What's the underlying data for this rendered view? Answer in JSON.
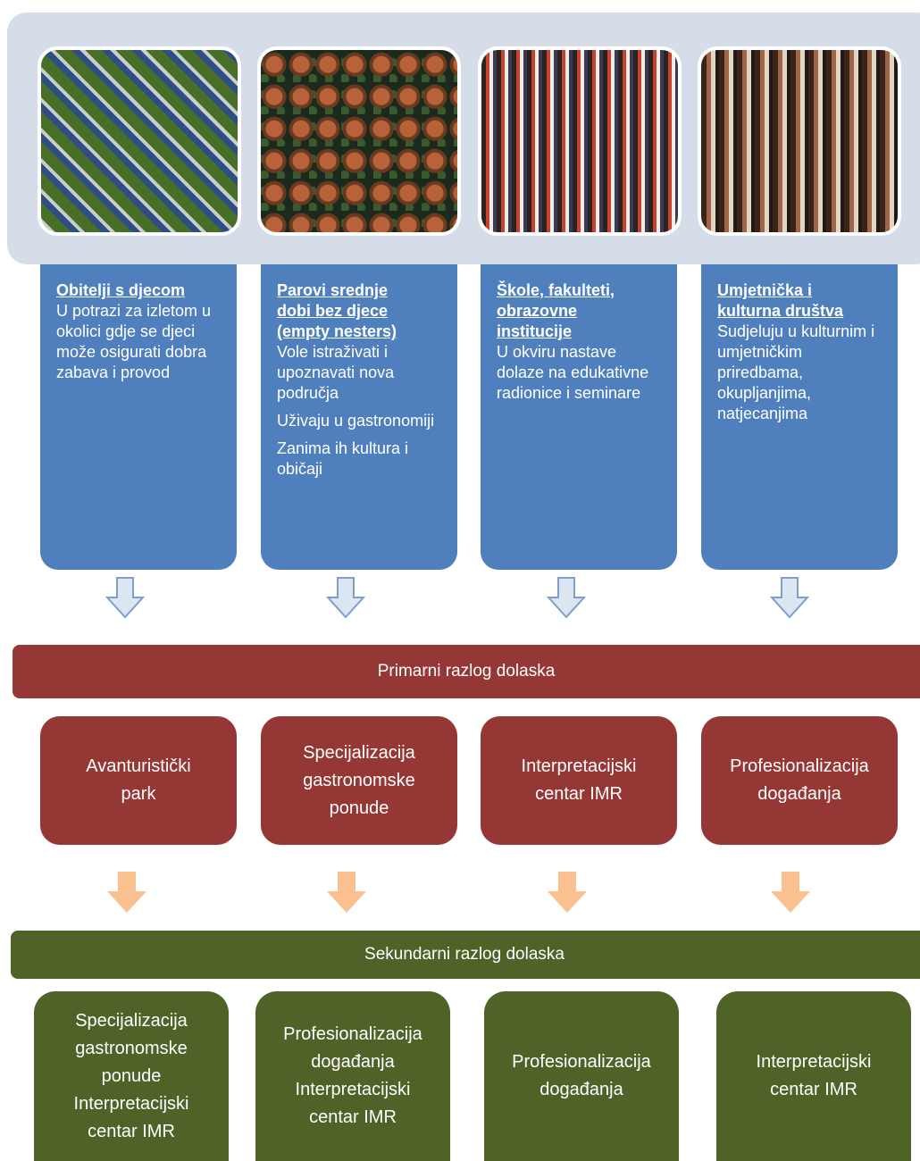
{
  "groups": [
    {
      "title_lines": [
        "Obitelji s djecom"
      ],
      "body": [
        "U potrazi za izletom u okolici gdje se djeci može osigurati dobra zabava i provod"
      ],
      "primary": [
        "Avanturistički",
        "park"
      ],
      "secondary": [
        "Specijalizacija",
        "gastronomske",
        "ponude",
        "Interpretacijski",
        "centar IMR"
      ]
    },
    {
      "title_lines": [
        "Parovi srednje",
        "dobi bez djece",
        "(empty nesters)"
      ],
      "body": [
        "Vole istraživati i upoznavati nova područja",
        "Uživaju u gastronomiji",
        "Zanima ih kultura i običaji"
      ],
      "primary": [
        "Specijalizacija",
        "gastronomske",
        "ponude"
      ],
      "secondary": [
        "Profesionalizacija",
        "događanja",
        "Interpretacijski",
        "centar IMR"
      ]
    },
    {
      "title_lines": [
        "Škole, fakulteti,",
        "obrazovne",
        "institucije"
      ],
      "body": [
        "U okviru nastave dolaze na edukativne radionice i seminare"
      ],
      "primary": [
        "Interpretacijski",
        "centar IMR"
      ],
      "secondary": [
        "Profesionalizacija",
        "događanja"
      ]
    },
    {
      "title_lines": [
        "Umjetnička i",
        "kulturna društva"
      ],
      "body": [
        "Sudjeluju u kulturnim i umjetničkim priredbama, okupljanjima, natjecanjima"
      ],
      "primary": [
        "Profesionalizacija",
        "događanja"
      ],
      "secondary": [
        "Interpretacijski",
        "centar IMR"
      ]
    }
  ],
  "primary_banner": "Primarni razlog dolaska",
  "secondary_banner": "Sekundarni razlog dolaska",
  "colors": {
    "blue": "#4f80bd",
    "red": "#953735",
    "green": "#4f6228",
    "orange_arrow": "#fac090",
    "outline_arrow": "#b9cde5",
    "band": "#d5dde8"
  }
}
